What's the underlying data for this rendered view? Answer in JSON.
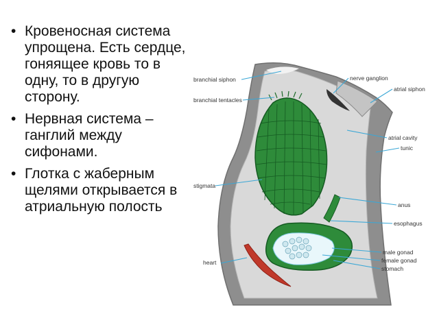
{
  "bullets": [
    "Кровеносная система упрощена. Есть сердце, гоняящее кровь то в одну, то в другую сторону.",
    "Нервная система – ганглий между сифонами.",
    "Глотка с жаберным щелями открывается в атриальную полость"
  ],
  "labels": {
    "branchial_siphon": "branchial siphon",
    "branchial_tentacles": "branchial tentacles",
    "stigmata": "stigmata",
    "heart": "heart",
    "nerve_ganglion": "nerve ganglion",
    "atrial_siphon": "atrial siphon",
    "atrial_cavity": "atrial cavity",
    "tunic": "tunic",
    "anus": "anus",
    "esophagus": "esophagus",
    "male_gonad": "male gonad",
    "female_gonad": "female gonad",
    "stomach": "stomach"
  },
  "colors": {
    "tunic_outer": "#8e8e8e",
    "tunic_inner": "#d9d9d9",
    "pharynx": "#2e8b3a",
    "pharynx_grid": "#155a22",
    "heart": "#c0392b",
    "pointer": "#3aa7d6"
  }
}
